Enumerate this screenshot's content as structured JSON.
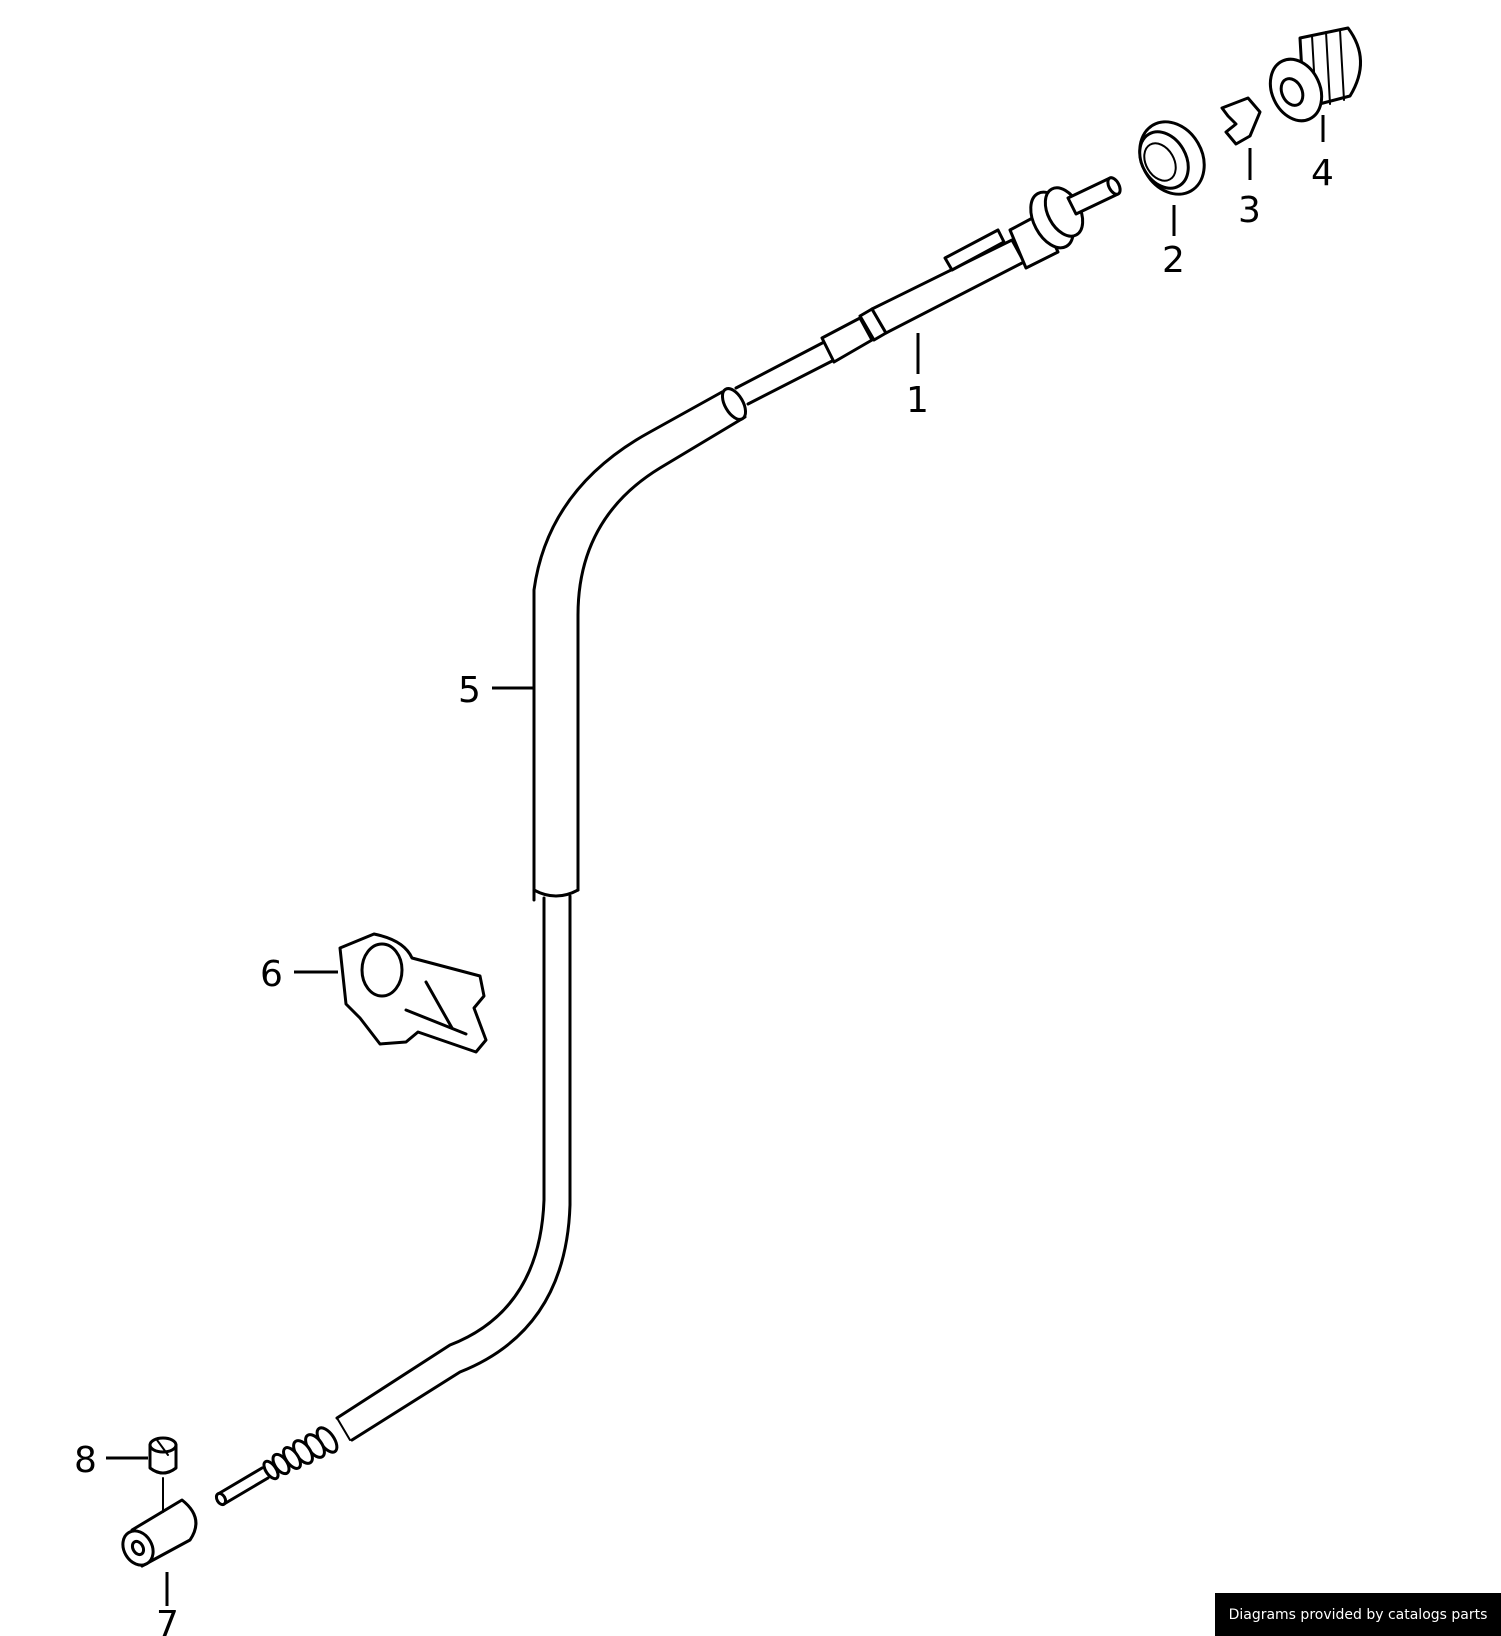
{
  "labels": {
    "p1": "1",
    "p2": "2",
    "p3": "3",
    "p4": "4",
    "p5": "5",
    "p6": "6",
    "p7": "7",
    "p8": "8"
  },
  "credit": "Diagrams provided by catalogs parts"
}
